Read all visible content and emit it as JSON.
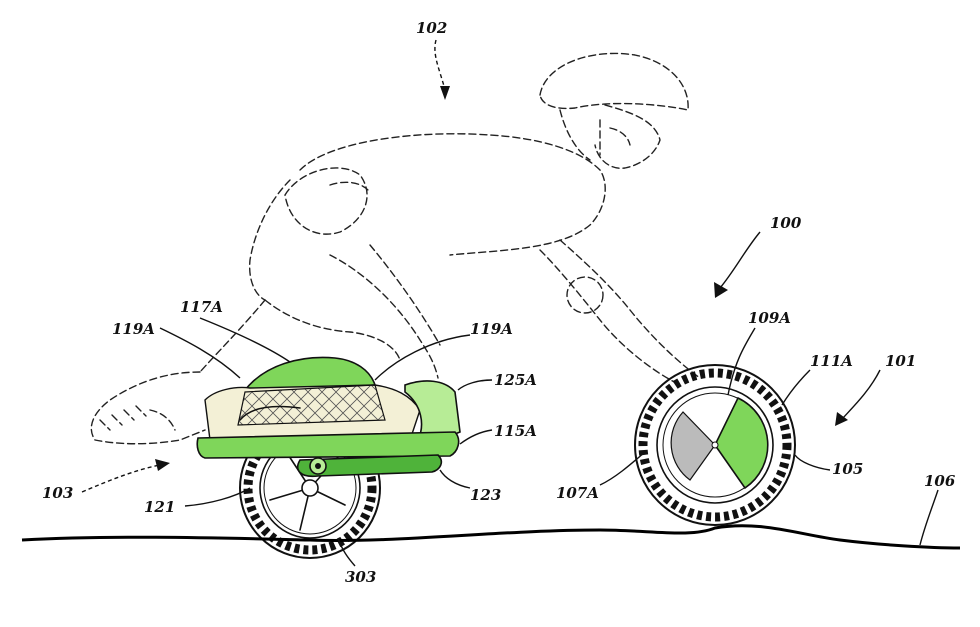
{
  "figure": {
    "colors": {
      "green_light": "#b7ec96",
      "green": "#7fd65a",
      "green_dark": "#4fb33a",
      "cream": "#f3f0d6",
      "line": "#111111"
    },
    "labels": {
      "l102": "102",
      "l100": "100",
      "l101": "101",
      "l103": "103",
      "l105": "105",
      "l106": "106",
      "l107A": "107A",
      "l109A": "109A",
      "l111A": "111A",
      "l115A": "115A",
      "l117A": "117A",
      "l119A_left": "119A",
      "l119A_right": "119A",
      "l121": "121",
      "l123": "123",
      "l125A": "125A",
      "l303": "303"
    }
  }
}
